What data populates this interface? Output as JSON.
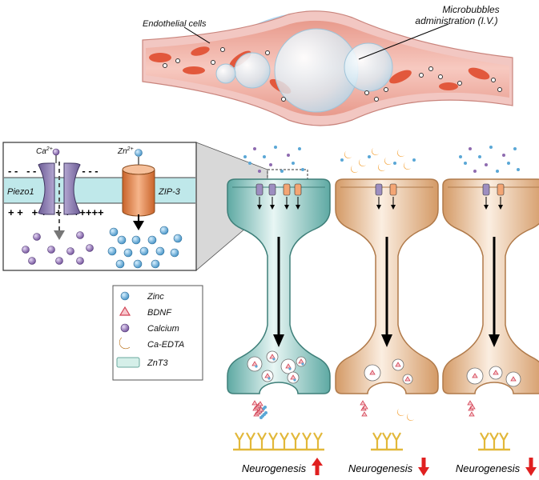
{
  "vessel": {
    "endothelial_label": "Endothelial cells",
    "microbubbles_label_line1": "Microbubbles",
    "microbubbles_label_line2": "administration (I.V.)"
  },
  "inset": {
    "membrane_left_label": "Piezo1",
    "membrane_right_label": "ZIP-3",
    "ion_left_label": "Ca",
    "ion_left_charge": "2+",
    "ion_right_label": "Zn",
    "ion_right_charge": "2+",
    "top_charges": "- -   - -   - -   - -   - - -",
    "bottom_charges": "+ +   + +   + + +++++"
  },
  "legend": {
    "items": [
      {
        "label": "Zinc",
        "icon": "zinc-sphere-icon"
      },
      {
        "label": "BDNF",
        "icon": "bdnf-triangle-icon"
      },
      {
        "label": "Calcium",
        "icon": "calcium-sphere-icon"
      },
      {
        "label": "Ca-EDTA",
        "icon": "ca-edta-crescent-icon"
      },
      {
        "label": "ZnT3",
        "icon": "znt3-vesicle-box-icon"
      }
    ]
  },
  "neurons": [
    {
      "outcome_label": "Neurogenesis",
      "outcome_direction": "up",
      "color": "#7fc4bd"
    },
    {
      "outcome_label": "Neurogenesis",
      "outcome_direction": "down",
      "color": "#e7b78f"
    },
    {
      "outcome_label": "Neurogenesis",
      "outcome_direction": "down",
      "color": "#e7b78f"
    }
  ],
  "colors": {
    "arrow_red": "#e02020",
    "vessel_wall": "#f0b9b5",
    "blood": "#e87f6a",
    "microbubble": "#d9ecf7",
    "inset_membrane": "#bfe8ea",
    "piezo_channel": "#9d8ec0",
    "zip_channel": "#e5884d",
    "zinc": "#5aa7d6",
    "calcium": "#8e6bb0",
    "ca_edta": "#f39d2c",
    "bdnf": "#e55a6a",
    "receptor": "#e2b83a"
  }
}
